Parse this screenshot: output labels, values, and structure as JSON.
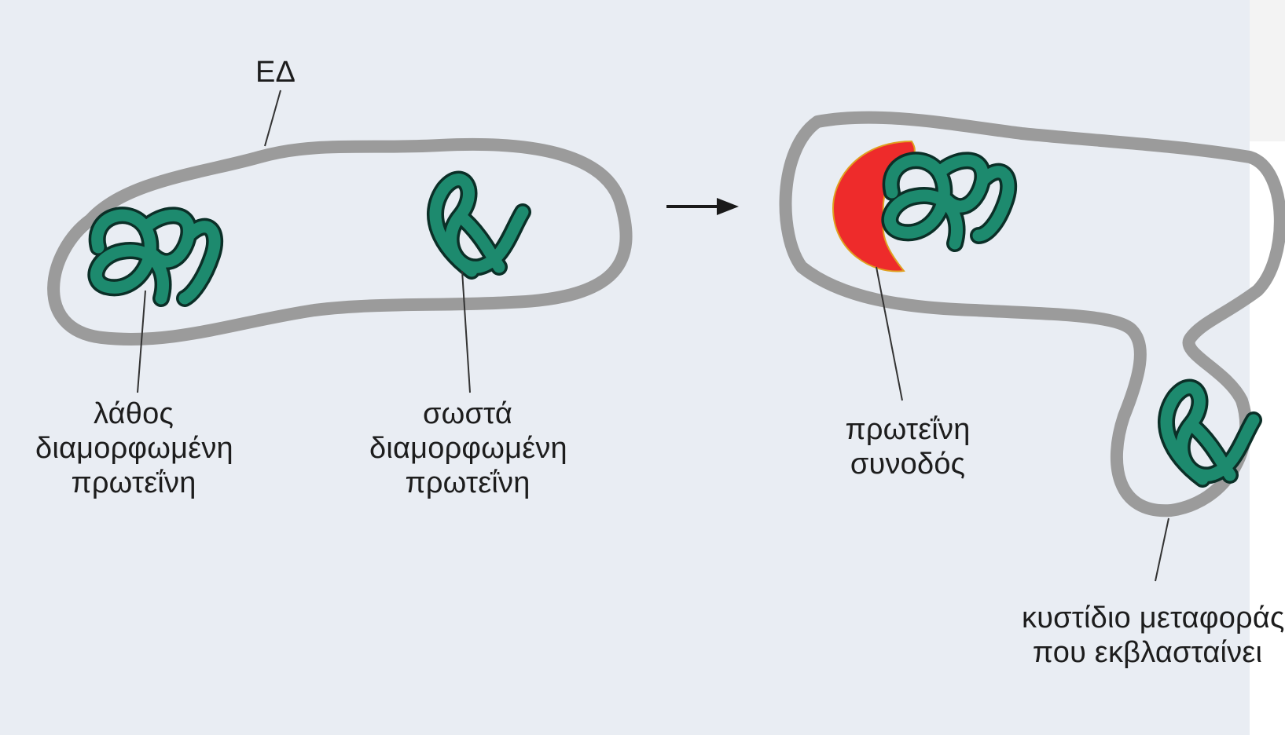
{
  "labels": {
    "er": "ΕΔ",
    "misfolded_line1": "λάθος",
    "misfolded_line2": "διαμορφωμένη",
    "misfolded_line3": "πρωτεΐνη",
    "correct_line1": "σωστά",
    "correct_line2": "διαμορφωμένη",
    "correct_line3": "πρωτεΐνη",
    "chaperone_line1": "πρωτεΐνη",
    "chaperone_line2": "συνοδός",
    "vesicle_line1": "κυστίδιο μεταφοράς",
    "vesicle_line2": "που εκβλασταίνει"
  },
  "colors": {
    "membrane": "#9b9b9b",
    "protein": "#1d8a6e",
    "protein_outline": "#0b2f27",
    "chaperone": "#ee2b2b",
    "background": "#e9edf3",
    "text": "#1d1d1d"
  }
}
